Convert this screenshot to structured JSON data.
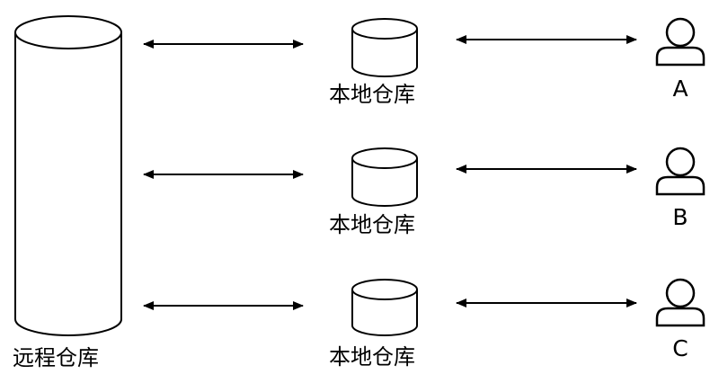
{
  "remote": {
    "label": "远程仓库"
  },
  "rows": [
    {
      "local_label": "本地仓库",
      "user_label": "A"
    },
    {
      "local_label": "本地仓库",
      "user_label": "B"
    },
    {
      "local_label": "本地仓库",
      "user_label": "C"
    }
  ],
  "icons": {
    "remote": "cylinder-database-icon",
    "local": "database-icon",
    "user": "user-icon",
    "link": "double-headed-arrow-icon"
  }
}
